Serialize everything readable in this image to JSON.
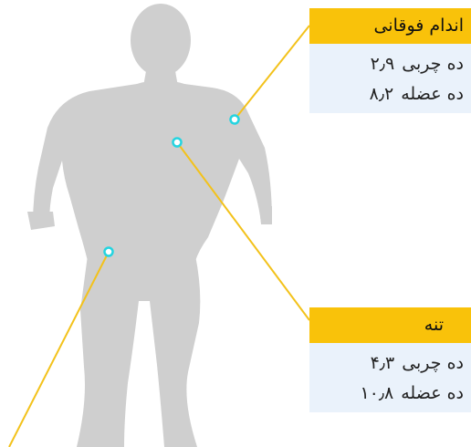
{
  "colors": {
    "silhouette": "#cfcfcf",
    "callout_header": "#f9c20a",
    "callout_body": "#eaf2fb",
    "leader_line": "#f3c21b",
    "marker": "#25d4e0"
  },
  "callouts": {
    "upper_limb": {
      "title": "اندام فوقانی",
      "fat_label": "ده چربی",
      "fat_value": "۲٫۹",
      "muscle_label": "ده عضله",
      "muscle_value": "۸٫۲"
    },
    "trunk": {
      "title": "تنه",
      "fat_label": "ده چربی",
      "fat_value": "۴٫۳",
      "muscle_label": "ده عضله",
      "muscle_value": "۱۰٫۸"
    }
  }
}
